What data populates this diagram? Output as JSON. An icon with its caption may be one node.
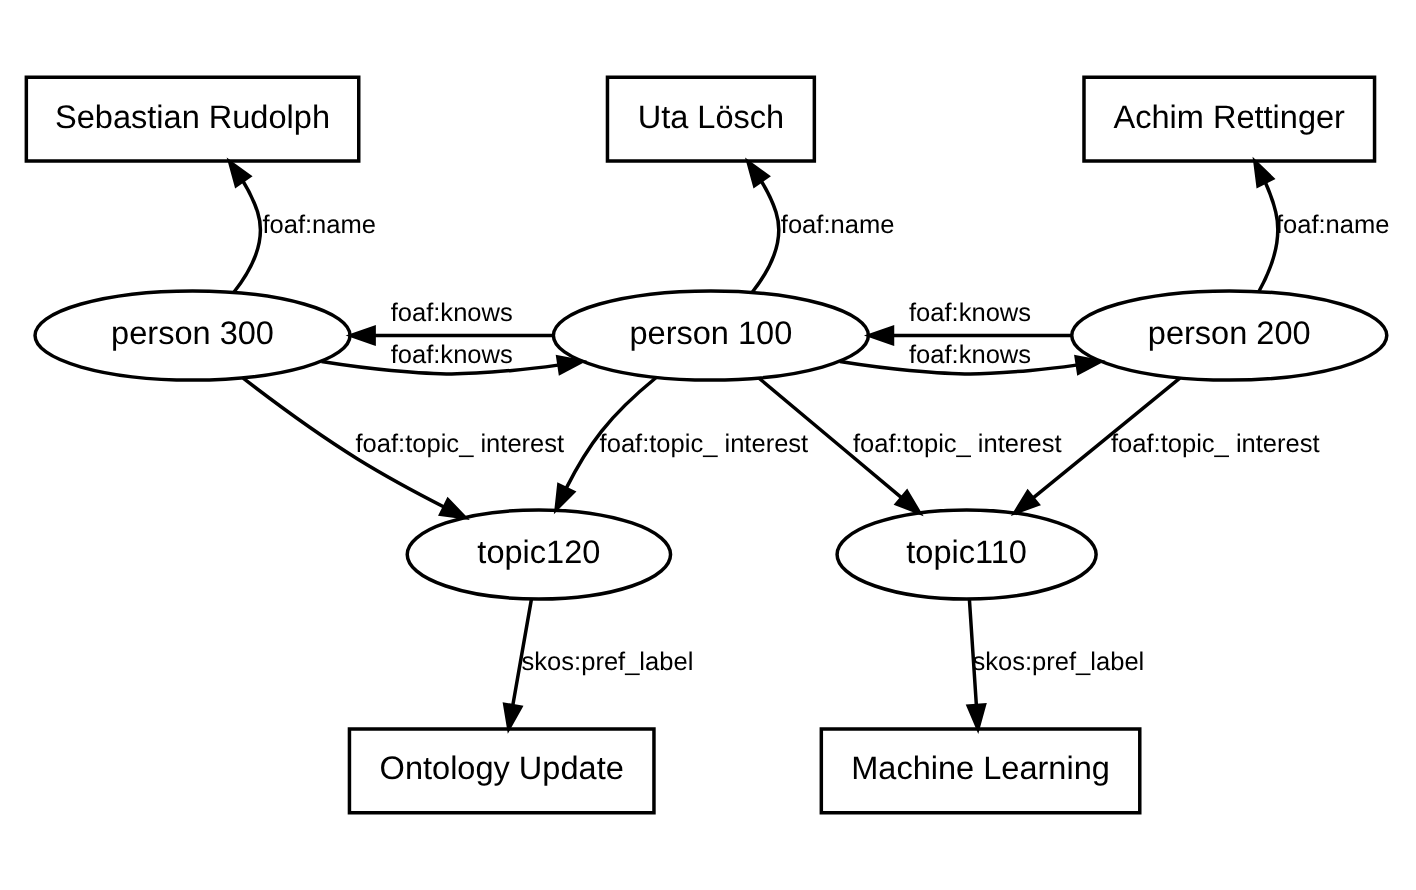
{
  "diagram": {
    "nodes": [
      {
        "text": [
          "Sebastian Rudolph"
        ]
      },
      {
        "text": [
          "Uta Lösch"
        ]
      },
      {
        "text": [
          "Achim Rettinger"
        ]
      },
      {
        "text": [
          "person 300"
        ]
      },
      {
        "text": [
          "person 100"
        ]
      },
      {
        "text": [
          "person 200"
        ]
      },
      {
        "text": [
          "topic120"
        ]
      },
      {
        "text": [
          "topic110"
        ]
      },
      {
        "text": [
          "Ontology Update"
        ]
      },
      {
        "text": [
          "Machine Learning"
        ]
      }
    ],
    "edges": [
      {
        "from": 3,
        "to": 0,
        "arrow": "to",
        "label": "foaf:name"
      },
      {
        "from": 4,
        "to": 1,
        "arrow": "to",
        "label": "foaf:name"
      },
      {
        "from": 5,
        "to": 2,
        "arrow": "to",
        "label": "foaf:name"
      },
      {
        "from": 4,
        "to": 3,
        "arrow": "to",
        "label": "foaf:knows"
      },
      {
        "from": 3,
        "to": 4,
        "arrow": "to",
        "label": "foaf:knows"
      },
      {
        "from": 5,
        "to": 4,
        "arrow": "to",
        "label": "foaf:knows"
      },
      {
        "from": 4,
        "to": 5,
        "arrow": "to",
        "label": "foaf:knows"
      },
      {
        "from": 3,
        "to": 6,
        "arrow": "to",
        "label": "foaf:topic_ interest"
      },
      {
        "from": 4,
        "to": 6,
        "arrow": "to",
        "label": "foaf:topic_ interest"
      },
      {
        "from": 4,
        "to": 7,
        "arrow": "to",
        "label": "foaf:topic_ interest"
      },
      {
        "from": 5,
        "to": 7,
        "arrow": "to",
        "label": "foaf:topic_ interest"
      },
      {
        "from": 6,
        "to": 8,
        "arrow": "to",
        "label": "skos:pref_label"
      },
      {
        "from": 7,
        "to": 9,
        "arrow": "to",
        "label": "skos:pref_label"
      }
    ]
  }
}
